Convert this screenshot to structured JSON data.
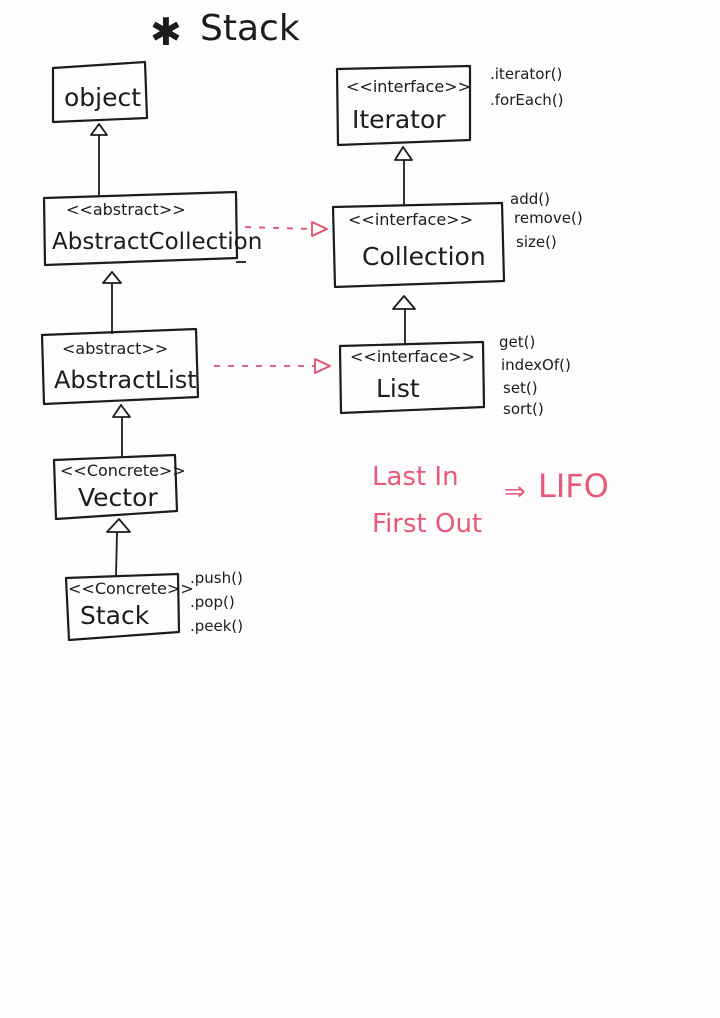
{
  "title": "Stack",
  "title_mark": "✱",
  "nodes": {
    "object": {
      "stereotype": "",
      "name": "object"
    },
    "abstract_collection": {
      "stereotype": "<<abstract>>",
      "name": "AbstractCollection"
    },
    "abstract_list": {
      "stereotype": "<abstract>>",
      "name": "AbstractList"
    },
    "vector": {
      "stereotype": "<<Concrete>>",
      "name": "Vector"
    },
    "stack": {
      "stereotype": "<<Concrete>>",
      "name": "Stack"
    },
    "iterator": {
      "stereotype": "<<interface>>",
      "name": "Iterator"
    },
    "collection": {
      "stereotype": "<<interface>>",
      "name": "Collection"
    },
    "list": {
      "stereotype": "<<interface>>",
      "name": "List"
    }
  },
  "methods": {
    "iterator": [
      ".iterator()",
      ".forEach()"
    ],
    "collection": [
      "add()",
      "remove()",
      "size()"
    ],
    "list": [
      "get()",
      "indexOf()",
      "set()",
      "sort()"
    ],
    "stack": [
      ".push()",
      ".pop()",
      ".peek()"
    ]
  },
  "note": {
    "line1": "Last In",
    "line2": "First Out",
    "arrow": "⇒",
    "acronym": "LIFO"
  },
  "colors": {
    "ink": "#1c1c1c",
    "accent": "#e8587a",
    "paper": "#fdfdfd"
  }
}
